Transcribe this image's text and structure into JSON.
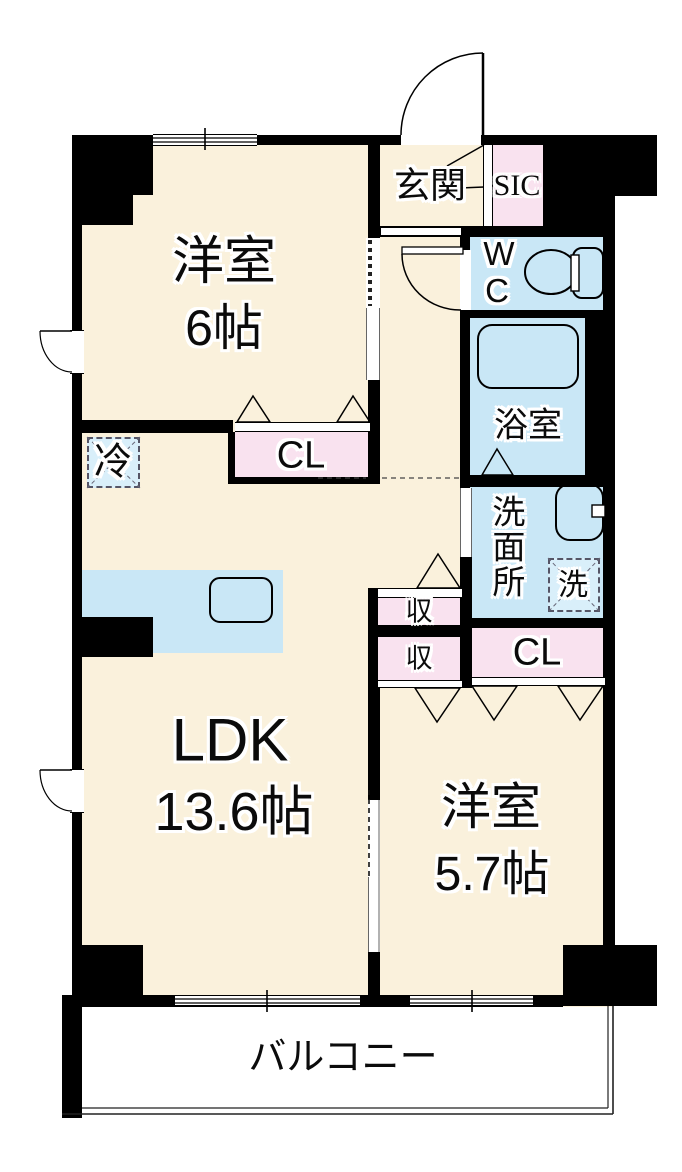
{
  "plan": {
    "colors": {
      "room": "#FAF1DC",
      "wet": "#C9E7F6",
      "closet": "#F9E2EF",
      "appliance": "#D9EFFA",
      "wall": "#000000",
      "balcony": "#FFFFFF"
    },
    "rooms": {
      "western6": {
        "label": "洋室",
        "size": "6帖"
      },
      "ldk": {
        "label": "LDK",
        "size": "13.6帖"
      },
      "western57": {
        "label": "洋室",
        "size": "5.7帖"
      },
      "entrance": {
        "label": "玄関"
      },
      "shoe_closet": {
        "label": "SIC"
      },
      "toilet": {
        "line1": "W",
        "line2": "C"
      },
      "bathroom": {
        "label": "浴室"
      },
      "washroom": {
        "label": "洗面所"
      },
      "closet_a": {
        "label": "CL"
      },
      "closet_b": {
        "label": "CL"
      },
      "storage_a": {
        "label": "収"
      },
      "storage_b": {
        "label": "収"
      },
      "refrigerator": {
        "label": "冷"
      },
      "washer": {
        "label": "洗"
      },
      "balcony": {
        "label": "バルコニー"
      }
    }
  }
}
